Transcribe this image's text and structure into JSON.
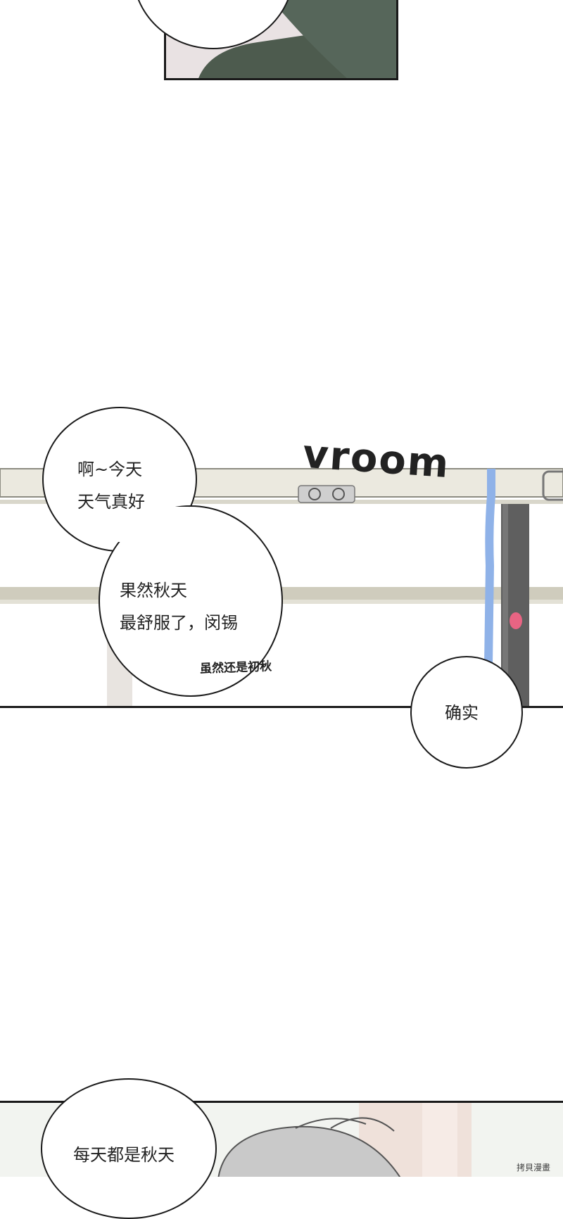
{
  "top_panel": {
    "caption": ""
  },
  "bus_panel": {
    "sfx": "vroom",
    "speech_1": "啊~今天\n天气真好",
    "speech_2": "果然秋天\n最舒服了，闵锡",
    "aside": "虽然还是初秋",
    "speech_3": "确实"
  },
  "bottom_panel": {
    "speech_4": "每天都是秋天"
  },
  "watermark": "拷貝漫畫",
  "colors": {
    "ink": "#1a1a1a",
    "bus_rail": "#ebe9df",
    "pole": "#5f5f5f",
    "strap": "#8fb2e8",
    "stop_button": "#e86483",
    "hair_green": "#4d5b4e"
  }
}
